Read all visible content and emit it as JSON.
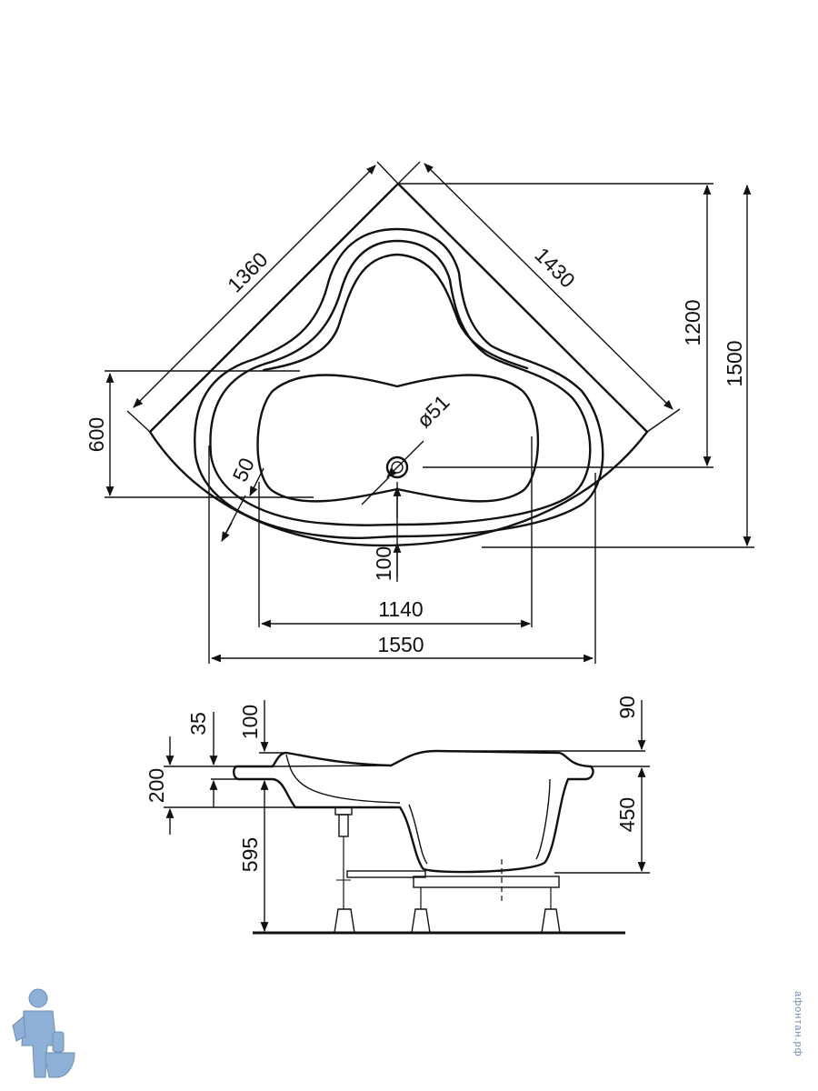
{
  "plan_view": {
    "side_left": "1360",
    "side_right": "1430",
    "height_inner": "1200",
    "height_total": "1500",
    "depth_600": "600",
    "rim_50": "50",
    "drain_diameter": "ø51",
    "drain_offset": "100",
    "width_inner": "1140",
    "width_total": "1550"
  },
  "side_view": {
    "dim_35": "35",
    "dim_100": "100",
    "dim_90": "90",
    "dim_200": "200",
    "dim_450": "450",
    "dim_595": "595"
  },
  "watermark": {
    "text": "афонтан.рф",
    "logo_icon": "plumber-mascot-icon"
  },
  "colors": {
    "line": "#111111",
    "watermark": "#6f8fb5"
  }
}
